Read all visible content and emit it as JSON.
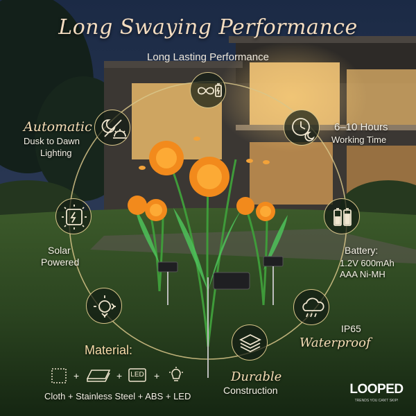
{
  "header": {
    "title": "Long Swaying Performance",
    "subtitle": "Long Lasting Performance"
  },
  "features": {
    "automatic": {
      "script": "Automatic",
      "line1": "Dusk to Dawn",
      "line2": "Lighting"
    },
    "hours": {
      "line1": "6–10 Hours",
      "line2": "Working Time"
    },
    "solar": {
      "line1": "Solar",
      "line2": "Powered"
    },
    "battery": {
      "line1": "Battery:",
      "line2": "1.2V 600mAh",
      "line3": "AAA Ni-MH"
    },
    "waterproof": {
      "line1": "IP65",
      "script": "Waterproof"
    },
    "durable": {
      "script": "Durable",
      "line2": "Construction"
    }
  },
  "material": {
    "heading": "Material:",
    "plus": "+",
    "led_chip": "LED",
    "caption": "Cloth + Stainless Steel + ABS + LED"
  },
  "brand": {
    "logo": "LOOPED",
    "tagline": "TRENDS YOU CAN'T SKIP!"
  },
  "colors": {
    "accent_gold": "#d8c58a",
    "flower_orange": "#f28a1c",
    "title_cream": "#f3dcc0"
  },
  "icons": {
    "top": "infinity-battery-icon",
    "upper_left": "moon-sun-icon",
    "upper_right": "clock-moon-icon",
    "mid_left": "solar-panel-icon",
    "mid_right": "battery-cells-icon",
    "lower_left": "sun-arrows-icon",
    "lower_right": "rain-cloud-icon",
    "bottom": "layers-icon"
  }
}
